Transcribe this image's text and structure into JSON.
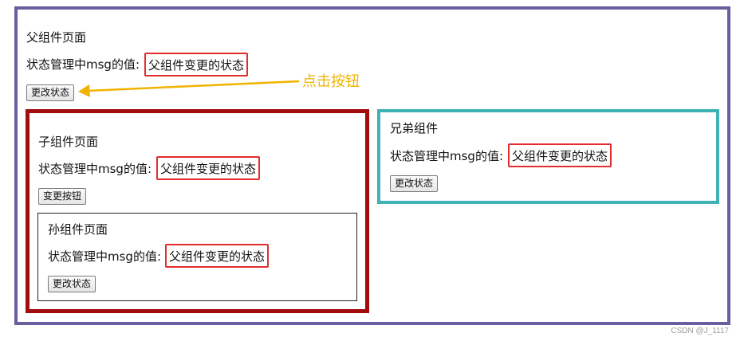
{
  "parent": {
    "title": "父组件页面",
    "label": "状态管理中msg的值:",
    "value": "父组件变更的状态",
    "button": "更改状态"
  },
  "child": {
    "title": "子组件页面",
    "label": "状态管理中msg的值:",
    "value": "父组件变更的状态",
    "button": "变更按钮"
  },
  "grandchild": {
    "title": "孙组件页面",
    "label": "状态管理中msg的值:",
    "value": "父组件变更的状态",
    "button": "更改状态"
  },
  "sibling": {
    "title": "兄弟组件",
    "label": "状态管理中msg的值:",
    "value": "父组件变更的状态",
    "button": "更改状态"
  },
  "annotation": {
    "text": "点击按钮",
    "color": "#f2b300"
  },
  "colors": {
    "parent_border": "#6a5f9e",
    "child_border": "#a30c0c",
    "sibling_border": "#3fb2b5",
    "highlight_border": "#e32d2d"
  },
  "watermark": "CSDN @J_1117"
}
